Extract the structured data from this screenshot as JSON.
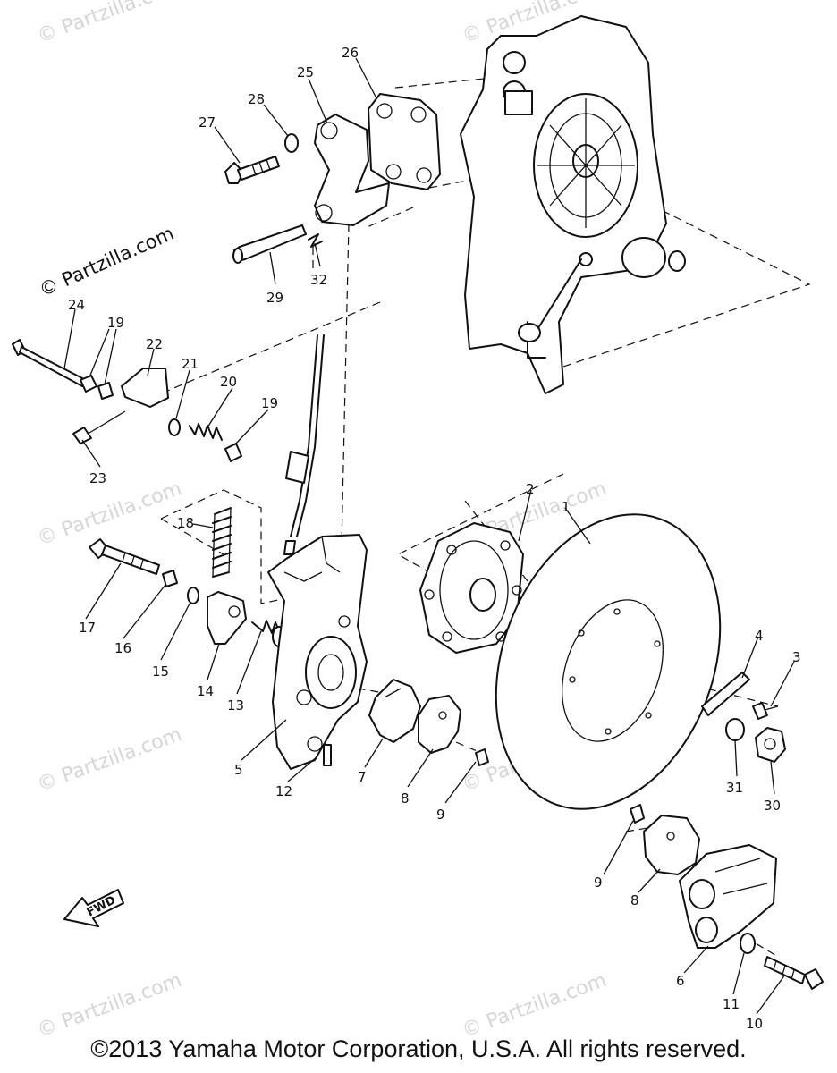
{
  "watermark": {
    "text": "© Partzilla.com"
  },
  "fwd_label": "FWD",
  "copyright": "©2013 Yamaha Motor Corporation, U.S.A. All rights reserved.",
  "callouts": [
    {
      "id": "27",
      "label": "27"
    },
    {
      "id": "28",
      "label": "28"
    },
    {
      "id": "25",
      "label": "25"
    },
    {
      "id": "26",
      "label": "26"
    },
    {
      "id": "29",
      "label": "29"
    },
    {
      "id": "32",
      "label": "32"
    },
    {
      "id": "24",
      "label": "24"
    },
    {
      "id": "19a",
      "label": "19"
    },
    {
      "id": "22",
      "label": "22"
    },
    {
      "id": "21",
      "label": "21"
    },
    {
      "id": "20",
      "label": "20"
    },
    {
      "id": "19b",
      "label": "19"
    },
    {
      "id": "23",
      "label": "23"
    },
    {
      "id": "18",
      "label": "18"
    },
    {
      "id": "17",
      "label": "17"
    },
    {
      "id": "16",
      "label": "16"
    },
    {
      "id": "15",
      "label": "15"
    },
    {
      "id": "14",
      "label": "14"
    },
    {
      "id": "13",
      "label": "13"
    },
    {
      "id": "5",
      "label": "5"
    },
    {
      "id": "12",
      "label": "12"
    },
    {
      "id": "7",
      "label": "7"
    },
    {
      "id": "8a",
      "label": "8"
    },
    {
      "id": "9a",
      "label": "9"
    },
    {
      "id": "2",
      "label": "2"
    },
    {
      "id": "1",
      "label": "1"
    },
    {
      "id": "4",
      "label": "4"
    },
    {
      "id": "3",
      "label": "3"
    },
    {
      "id": "31",
      "label": "31"
    },
    {
      "id": "30",
      "label": "30"
    },
    {
      "id": "9b",
      "label": "9"
    },
    {
      "id": "8b",
      "label": "8"
    },
    {
      "id": "6",
      "label": "6"
    },
    {
      "id": "11",
      "label": "11"
    },
    {
      "id": "10",
      "label": "10"
    }
  ]
}
